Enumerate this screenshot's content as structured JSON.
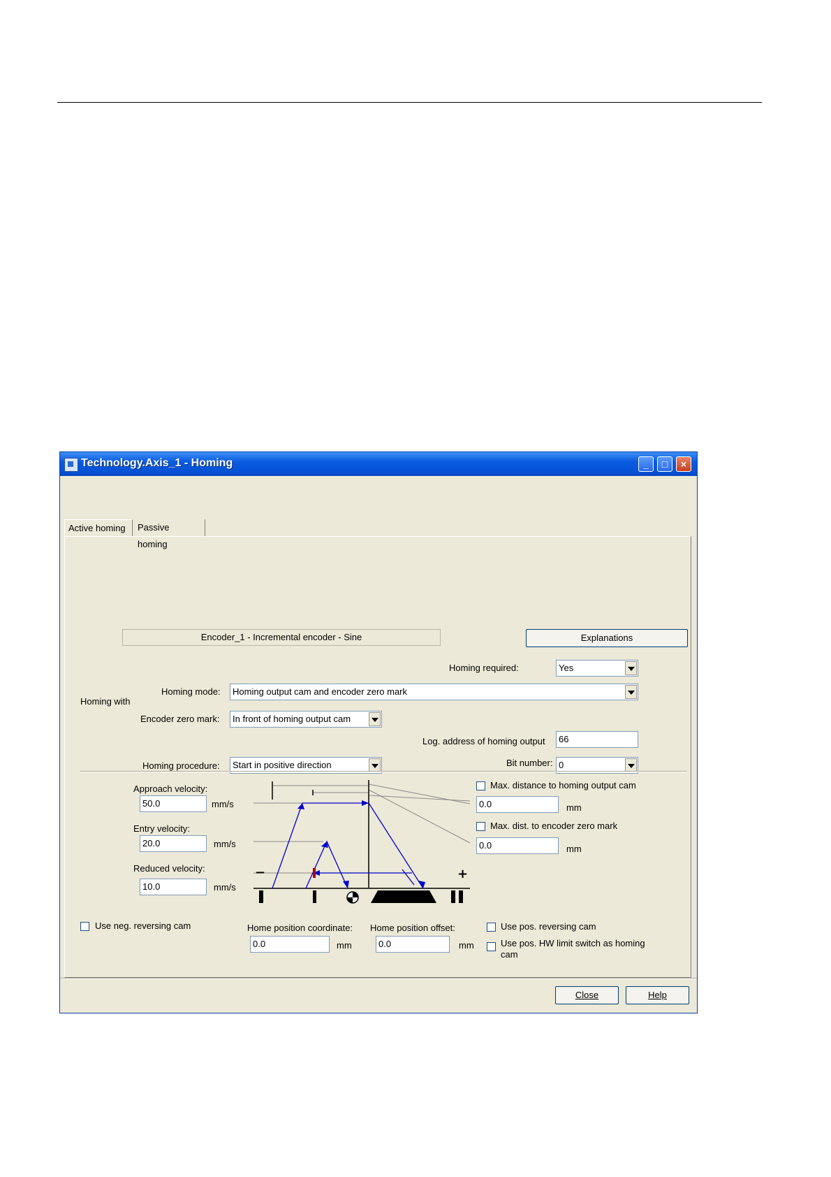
{
  "window": {
    "title": "Technology.Axis_1 - Homing"
  },
  "tabs": [
    {
      "label": "Active homing"
    },
    {
      "label": "Passive homing"
    }
  ],
  "encoder_info": "Encoder_1 - Incremental encoder - Sine",
  "explanations_label": "Explanations",
  "homing_required": {
    "label": "Homing required:",
    "value": "Yes"
  },
  "homing_with_label": "Homing with",
  "homing_mode": {
    "label": "Homing mode:",
    "value": "Homing output cam and encoder zero mark"
  },
  "encoder_zero_mark": {
    "label": "Encoder zero mark:",
    "value": "In front of homing output cam"
  },
  "log_address": {
    "label": "Log. address of homing output",
    "value": "66"
  },
  "homing_procedure": {
    "label": "Homing procedure:",
    "value": "Start in positive direction"
  },
  "bit_number": {
    "label": "Bit number:",
    "value": "0"
  },
  "approach_velocity": {
    "label": "Approach velocity:",
    "value": "50.0",
    "unit": "mm/s"
  },
  "entry_velocity": {
    "label": "Entry velocity:",
    "value": "20.0",
    "unit": "mm/s"
  },
  "reduced_velocity": {
    "label": "Reduced velocity:",
    "value": "10.0",
    "unit": "mm/s"
  },
  "max_distance_cam": {
    "label": "Max. distance to homing output cam",
    "value": "0.0",
    "unit": "mm",
    "checked": false
  },
  "max_distance_zero": {
    "label": "Max. dist. to encoder zero mark",
    "value": "0.0",
    "unit": "mm",
    "checked": false
  },
  "use_neg_reversing_cam": {
    "label": "Use neg. reversing cam",
    "checked": false
  },
  "home_position_coordinate": {
    "label": "Home position coordinate:",
    "value": "0.0",
    "unit": "mm"
  },
  "home_position_offset": {
    "label": "Home position offset:",
    "value": "0.0",
    "unit": "mm"
  },
  "use_pos_reversing_cam": {
    "label": "Use pos. reversing cam",
    "checked": false
  },
  "use_pos_hw_limit": {
    "label_line1": "Use pos. HW limit switch as homing",
    "label_line2": "cam",
    "checked": false
  },
  "close_label": "Close",
  "help_label": "Help",
  "diagram": {
    "minus": "−",
    "plus": "+",
    "arrow_color": "#0000cc"
  }
}
